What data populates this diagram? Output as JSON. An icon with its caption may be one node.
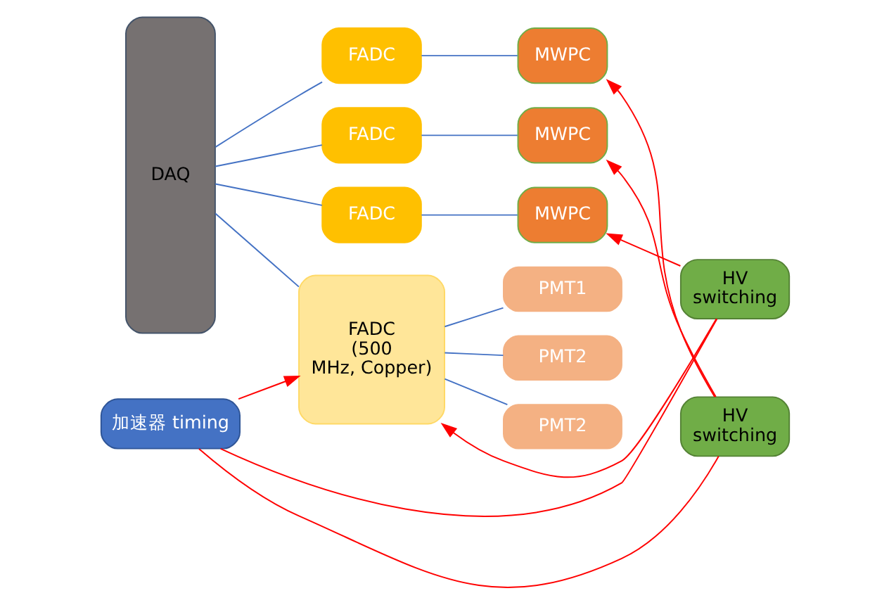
{
  "diagram": {
    "nodes": [
      {
        "text": [
          "DAQ"
        ]
      },
      {
        "text": [
          "FADC"
        ]
      },
      {
        "text": [
          "MWPC"
        ]
      },
      {
        "text": [
          "FADC"
        ]
      },
      {
        "text": [
          "MWPC"
        ]
      },
      {
        "text": [
          "FADC"
        ]
      },
      {
        "text": [
          "MWPC"
        ]
      },
      {
        "text": [
          "FADC (500 MHz, Copper)"
        ]
      },
      {
        "text": [
          "PMT1"
        ]
      },
      {
        "text": [
          "PMT2"
        ]
      },
      {
        "text": [
          "PMT2"
        ]
      },
      {
        "text": [
          "HV switching"
        ]
      },
      {
        "text": [
          "HV switching"
        ]
      },
      {
        "text": [
          "加速器 timing"
        ]
      }
    ],
    "edges": [
      {
        "from": 0,
        "to": 1,
        "arrow": "none"
      },
      {
        "from": 1,
        "to": 2,
        "arrow": "none"
      },
      {
        "from": 0,
        "to": 3,
        "arrow": "none"
      },
      {
        "from": 3,
        "to": 4,
        "arrow": "none"
      },
      {
        "from": 0,
        "to": 5,
        "arrow": "none"
      },
      {
        "from": 5,
        "to": 6,
        "arrow": "none"
      },
      {
        "from": 0,
        "to": 7,
        "arrow": "none"
      },
      {
        "from": 7,
        "to": 8,
        "arrow": "none"
      },
      {
        "from": 7,
        "to": 9,
        "arrow": "none"
      },
      {
        "from": 7,
        "to": 10,
        "arrow": "none"
      },
      {
        "from": 12,
        "to": 2,
        "arrow": "to",
        "color": "#ff0000"
      },
      {
        "from": 12,
        "to": 4,
        "arrow": "to",
        "color": "#ff0000"
      },
      {
        "from": 11,
        "to": 6,
        "arrow": "to",
        "color": "#ff0000"
      },
      {
        "from": 11,
        "to": 7,
        "arrow": "to",
        "color": "#ff0000"
      },
      {
        "from": 13,
        "to": 7,
        "arrow": "to",
        "color": "#ff0000"
      },
      {
        "from": 13,
        "to": 11,
        "arrow": "none",
        "color": "#ff0000"
      },
      {
        "from": 13,
        "to": 12,
        "arrow": "none",
        "color": "#ff0000"
      }
    ]
  }
}
